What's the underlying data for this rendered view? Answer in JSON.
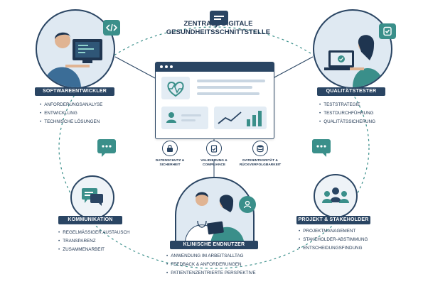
{
  "title": {
    "line1": "ZENTRALE DIGITALE",
    "line2": "GESUNDHEITSSCHNITTSTELLE"
  },
  "roles": {
    "developer": {
      "label": "SOFTWAREENTWICKLER",
      "items": [
        "ANFORDERUNGSANALYSE",
        "ENTWICKLUNG",
        "TECHNISCHE LÖSUNGEN"
      ]
    },
    "tester": {
      "label": "QUALITÄTSTESTER",
      "items": [
        "TESTSTRATEGIE",
        "TESTDURCHFÜHRUNG",
        "QUALITÄTSSICHERUNG"
      ]
    },
    "communication": {
      "label": "KOMMUNIKATION",
      "items": [
        "REGELMÄSSIGER AUSTAUSCH",
        "TRANSPARENZ",
        "ZUSAMMENARBEIT"
      ]
    },
    "project": {
      "label": "PROJEKT & STAKEHOLDER",
      "items": [
        "PROJEKTMANAGEMENT",
        "STAKEHOLDER-ABSTIMMUNG",
        "ENTSCHEIDUNGSFINDUNG"
      ]
    },
    "clinical": {
      "label": "KLINISCHE ENDNUTZER",
      "items": [
        "ANWENDUNG IM ARBEITSALLTAG",
        "FEEDBACK & ANFORDERUNGEN",
        "PATIENTENZENTRIERTE PERSPEKTIVE"
      ]
    }
  },
  "pillars": [
    {
      "line1": "DATENSCHUTZ &",
      "line2": "SICHERHEIT",
      "icon": "lock-icon"
    },
    {
      "line1": "VALIDIERUNG &",
      "line2": "COMPLIANCE",
      "icon": "clipboard-check-icon"
    },
    {
      "line1": "DATENINTEGRITÄT &",
      "line2": "RÜCKVERFOLGBARKEIT",
      "icon": "database-icon"
    }
  ],
  "colors": {
    "navy": "#2a4563",
    "teal": "#3a8f8a",
    "light": "#e3ecf4"
  }
}
